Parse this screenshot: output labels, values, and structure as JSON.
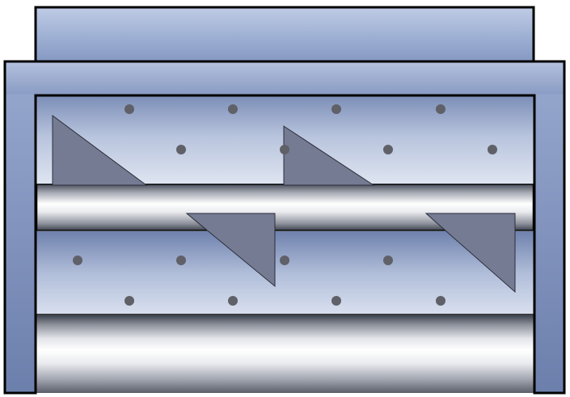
{
  "colors": {
    "outline": "#000000",
    "frame_light": "#aab8d6",
    "frame_mid": "#8fa2c8",
    "frame_dark": "#6a7fa9",
    "chamber_top": "#7d8fb8",
    "chamber_light": "#d6deee",
    "roller_dark": "#3e4450",
    "roller_mid": "#b9bcc4",
    "roller_light": "#ffffff",
    "blade": "#757b93",
    "dot": "#606068"
  },
  "diagram": {
    "description_items": {
      "top_plate": "top-plate",
      "frame": "outer-frame",
      "upper_chamber": "upper-chamber",
      "middle_roller": "middle-roller",
      "lower_chamber": "lower-chamber",
      "bottom_roller": "bottom-roller"
    },
    "upper_blade_count": 2,
    "lower_blade_count": 2,
    "upper_dot_rows": 2,
    "lower_dot_rows": 2
  }
}
